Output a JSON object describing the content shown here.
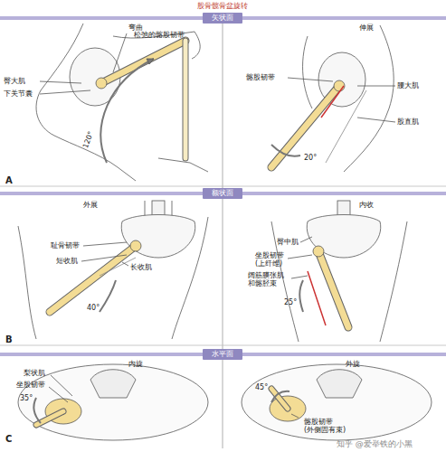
{
  "diagram": {
    "title": "股骨髋骨盆旋转",
    "nodes": [
      {
        "text": [
          "矢状面"
        ]
      },
      {
        "text": [
          "额状面"
        ]
      },
      {
        "text": [
          "水平面"
        ]
      }
    ],
    "labels": [
      "弯曲",
      "松弛的髂股韧带",
      "臀大肌",
      "下关节囊",
      "120°",
      "伸展",
      "髂股韧带",
      "腰大肌",
      "股直肌",
      "20°",
      "A",
      "外展",
      "耻骨韧带",
      "短收肌",
      "长收肌",
      "40°",
      "内收",
      "臀中肌",
      "坐股韧带 (上纤维)",
      "阔筋膜张肌 和髂胫束",
      "25°",
      "B",
      "内旋",
      "梨状肌",
      "坐股韧带",
      "35°",
      "外旋",
      "髂股韧带 (外侧固有束)",
      "45°",
      "C",
      "知乎 @爱举铁的小黑"
    ]
  }
}
